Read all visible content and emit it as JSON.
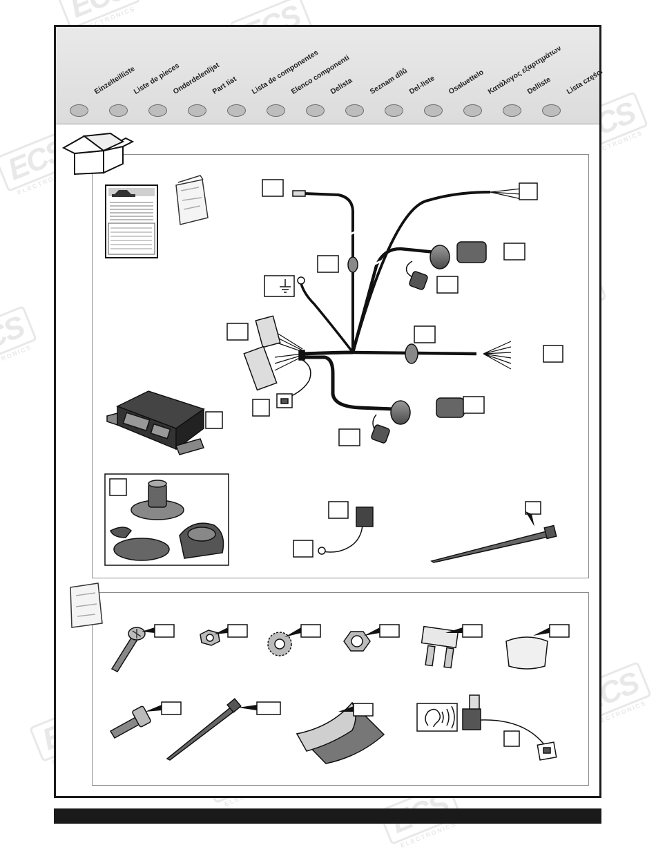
{
  "languages": [
    "Einzelteilliste",
    "Liste de pieces",
    "Onderdelenlijst",
    "Part list",
    "Lista de componentes",
    "Elenco componenti",
    "Delista",
    "Seznam dílů",
    "Del-liste",
    "Osaluettelo",
    "Κατάλογος εξαρτημάτων",
    "Delliste",
    "Lista części"
  ],
  "watermark": {
    "brand": "ECS",
    "subtitle": "ELECTRONICS"
  },
  "colors": {
    "frame": "#1a1a1a",
    "header_band": "#e2e2e2",
    "dot_fill": "#bdbdbd",
    "panel_border": "#8a8a8a",
    "wire": "#111111"
  },
  "icons": [
    "box-icon",
    "manual-icon",
    "parts-bag-icon",
    "wiring-harness-icon",
    "control-module-icon",
    "socket-kit-icon",
    "fuse-holder-icon",
    "cable-tie-icon",
    "screw-icon",
    "nut-icon",
    "lock-washer-icon",
    "large-nut-icon",
    "blade-fuse-icon",
    "rubber-cap-icon",
    "bolt-icon",
    "adhesive-pad-icon",
    "buzzer-icon",
    "ground-symbol-icon"
  ]
}
